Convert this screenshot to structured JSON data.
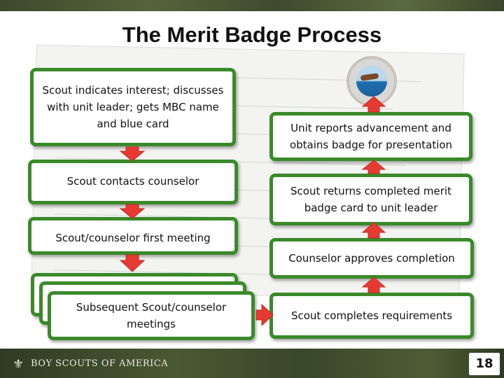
{
  "title": "The Merit Badge Process",
  "steps": {
    "interest": "Scout indicates interest; discusses with unit leader; gets MBC name and blue card",
    "contacts": "Scout contacts counselor",
    "first_meeting": "Scout/counselor first meeting",
    "subsequent": "Subsequent Scout/counselor meetings",
    "completes": "Scout completes requirements",
    "approves": "Counselor approves completion",
    "returns": "Scout returns completed merit badge card to unit leader",
    "reports": "Unit reports advancement and obtains badge for presentation"
  },
  "footer": {
    "brand": "BOY SCOUTS OF AMERICA",
    "page_number": "18"
  },
  "colors": {
    "box_border": "#3a8a2a",
    "arrow_fill": "#e53a32",
    "arrow_stroke": "#c42a22"
  },
  "icons": [
    "fleur-de-lis-icon",
    "merit-badge-image"
  ]
}
